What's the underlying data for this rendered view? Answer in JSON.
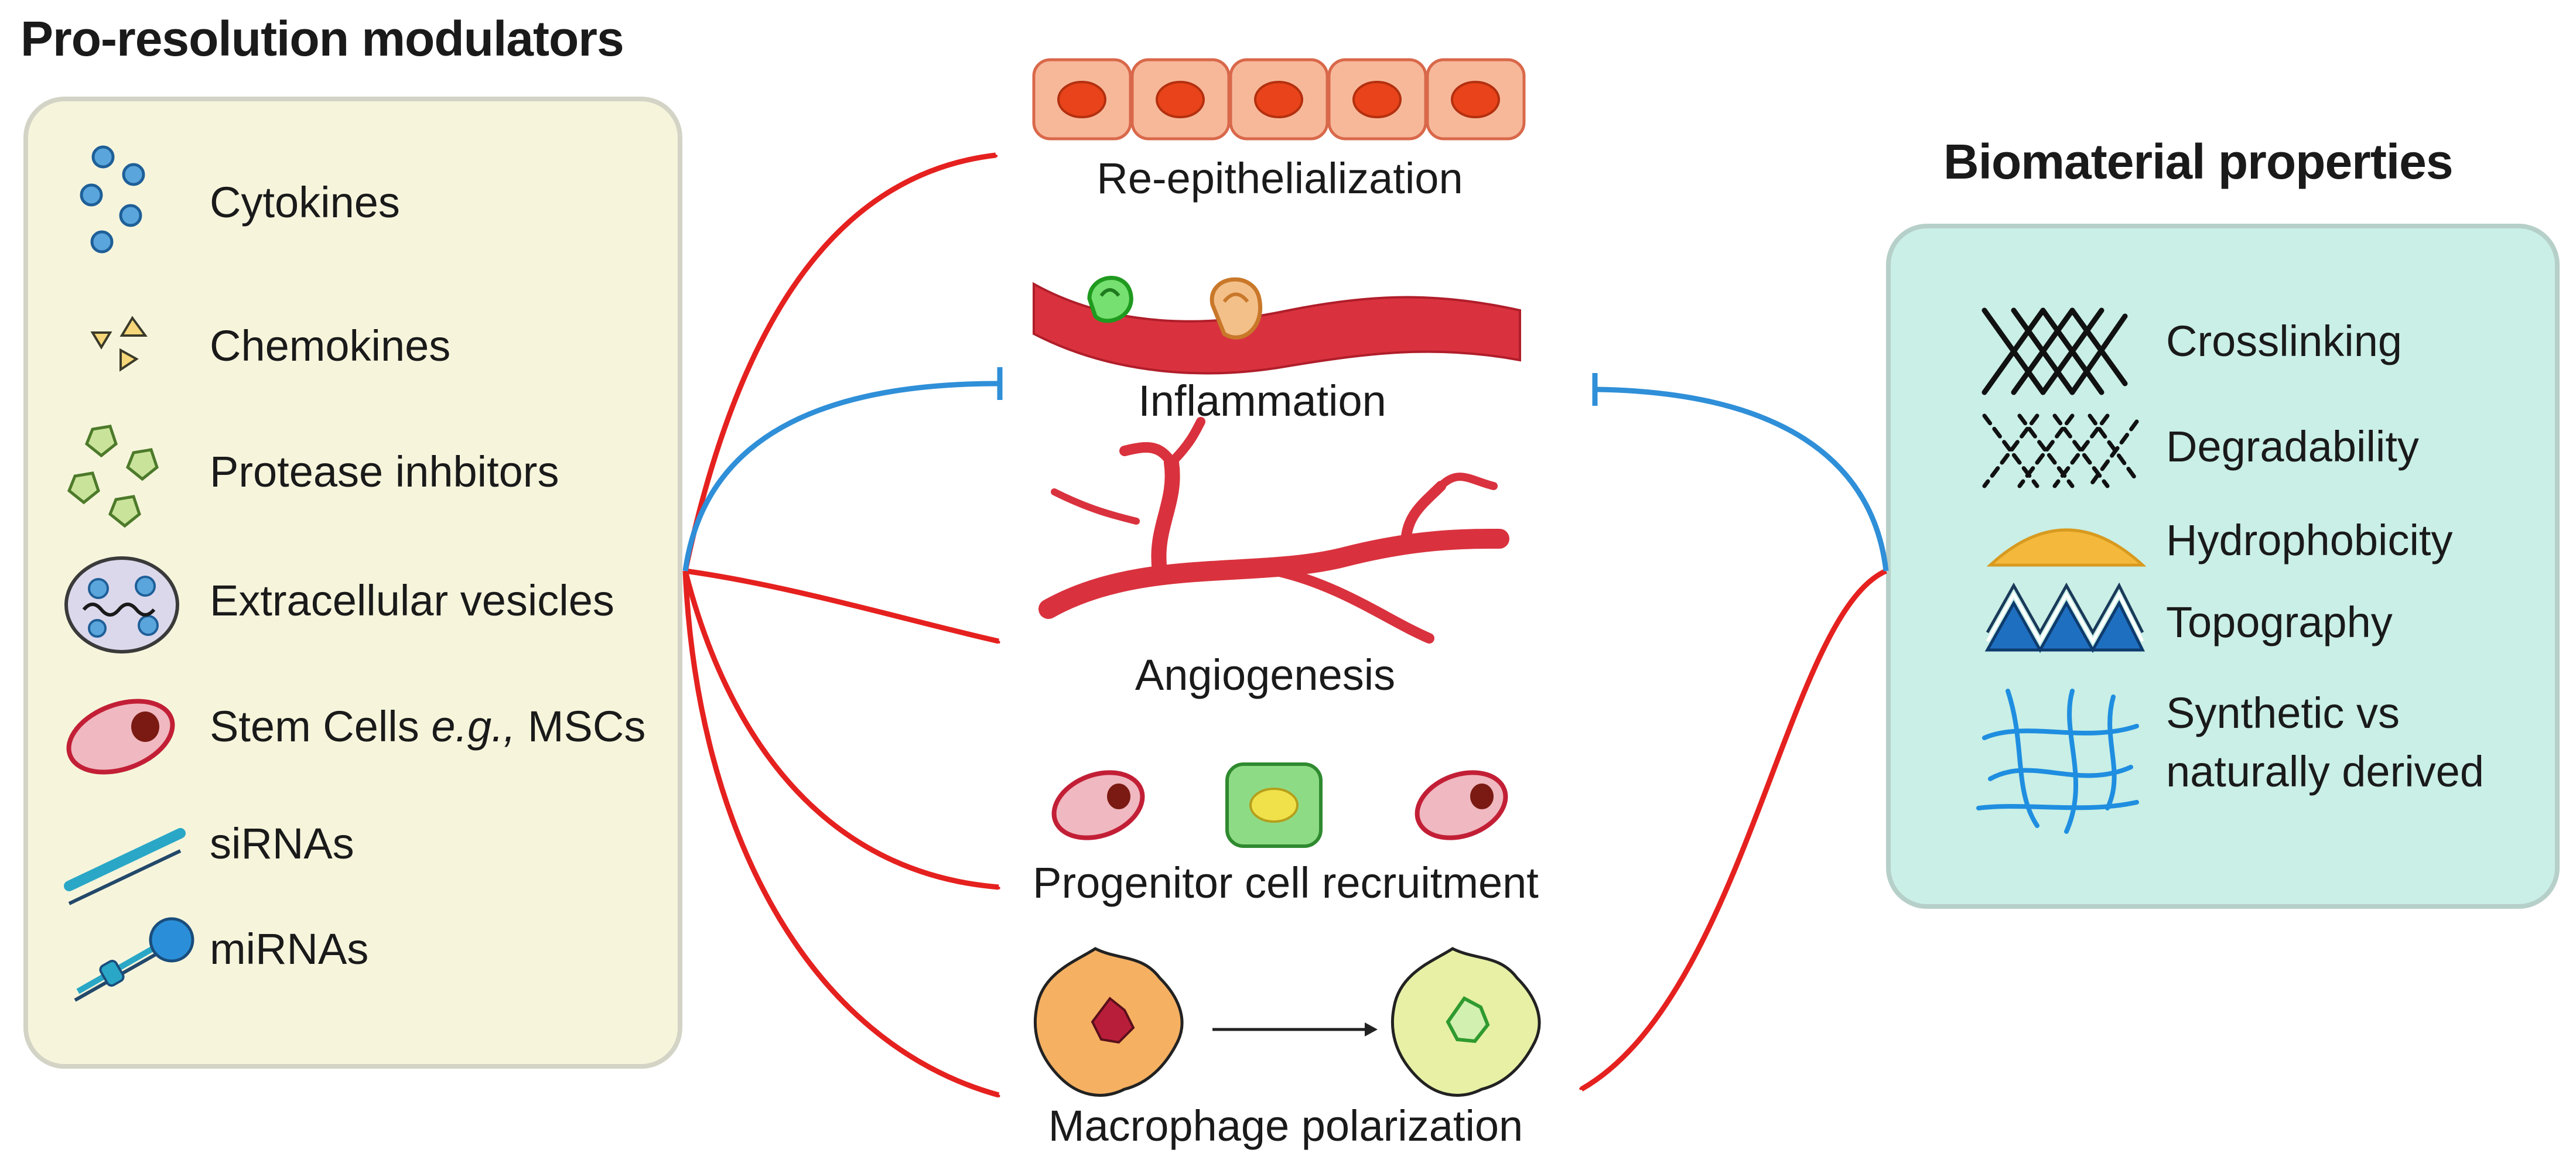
{
  "left": {
    "title": "Pro-resolution modulators",
    "items": [
      {
        "label": "Cytokines",
        "icon": "cytokines-icon"
      },
      {
        "label": "Chemokines",
        "icon": "chemokines-icon"
      },
      {
        "label": "Protease inhbitors",
        "icon": "protease-inhibitors-icon"
      },
      {
        "label": "Extracellular vesicles",
        "icon": "extracellular-vesicles-icon"
      },
      {
        "label_main": "Stem Cells ",
        "label_em": "e.g.,",
        "label_tail": " MSCs",
        "icon": "stem-cell-icon"
      },
      {
        "label": "siRNAs",
        "icon": "sirna-icon"
      },
      {
        "label": "miRNAs",
        "icon": "mirna-icon"
      }
    ]
  },
  "center": {
    "outcomes": [
      {
        "label": "Re-epithelialization",
        "icon": "epithelial-cells-icon"
      },
      {
        "label": "Inflammation",
        "icon": "inflamed-vessel-icon"
      },
      {
        "label": "Angiogenesis",
        "icon": "blood-vessels-icon"
      },
      {
        "label": "Progenitor cell recruitment",
        "icon": "progenitor-cells-icon"
      },
      {
        "label": "Macrophage polarization",
        "icon": "macrophage-icon"
      }
    ]
  },
  "right": {
    "title": "Biomaterial properties",
    "items": [
      {
        "label": "Crosslinking",
        "icon": "crosslinking-icon"
      },
      {
        "label": "Degradability",
        "icon": "degradability-icon"
      },
      {
        "label": "Hydrophobicity",
        "icon": "hydrophobicity-icon"
      },
      {
        "label": "Topography",
        "icon": "topography-icon"
      },
      {
        "label_line1": "Synthetic vs",
        "label_line2": "naturally derived",
        "icon": "fiber-network-icon"
      }
    ]
  },
  "colors": {
    "promote_arrow": "#e5211f",
    "inhibit_line": "#2f8fd8",
    "left_panel": "#f6f5dc",
    "right_panel": "#c9efe6"
  }
}
